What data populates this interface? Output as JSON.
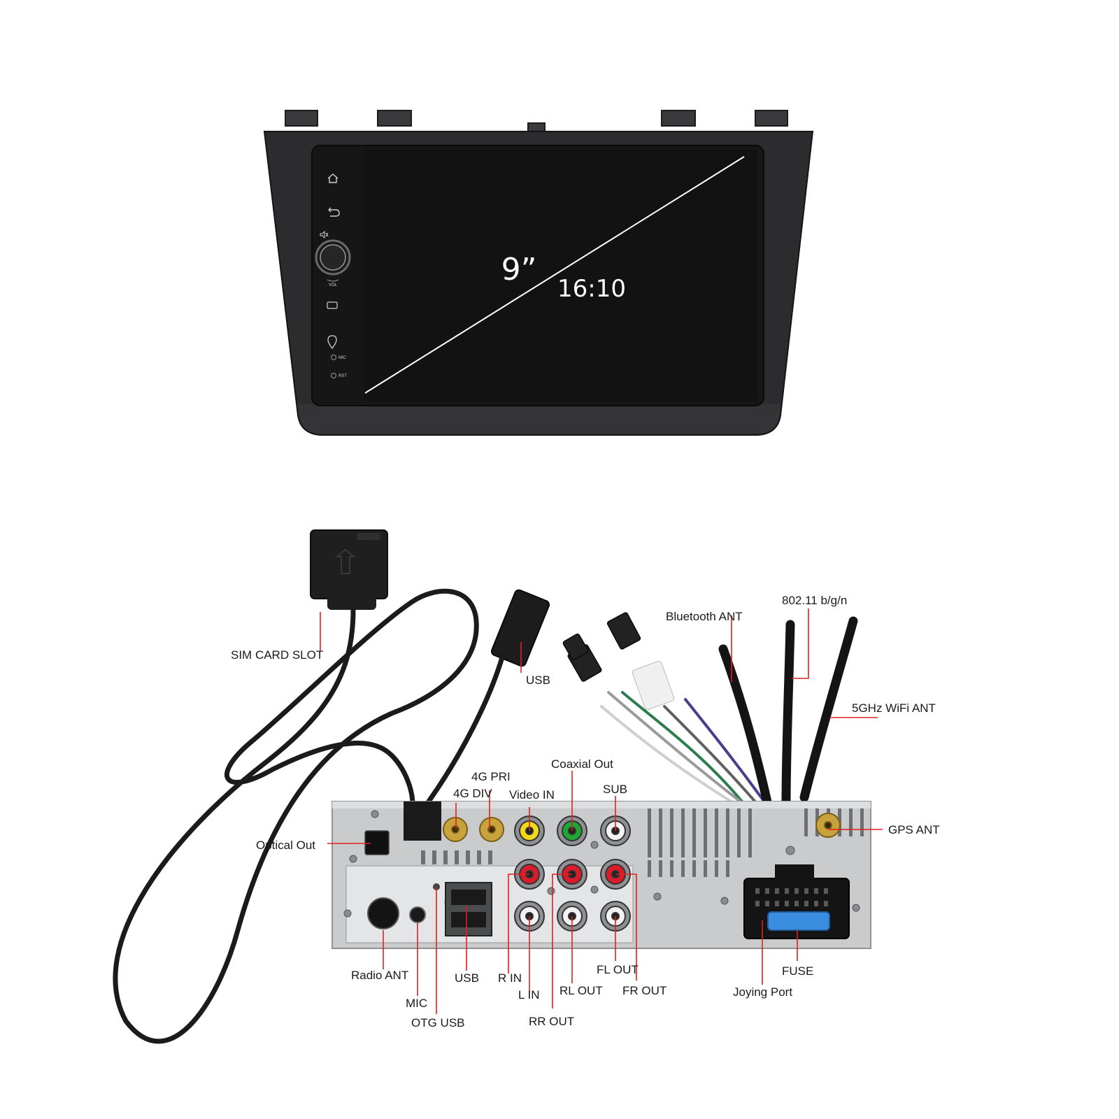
{
  "screen": {
    "size": "9”",
    "ratio": "16:10",
    "button_labels": {
      "vol": "VOL",
      "mic": "MIC",
      "rst": "RST"
    }
  },
  "labels": {
    "sim_card_slot": "SIM CARD SLOT",
    "usb_top": "USB",
    "bluetooth_ant": "Bluetooth ANT",
    "wifi_standard": "802.11 b/g/n",
    "wifi_5ghz": "5GHz WiFi ANT",
    "pri_4g": "4G PRI",
    "div_4g": "4G DIV",
    "video_in": "Video IN",
    "coaxial_out": "Coaxial Out",
    "sub": "SUB",
    "gps_ant": "GPS ANT",
    "optical_out": "Optical Out",
    "radio_ant": "Radio ANT",
    "mic": "MIC",
    "otg_usb": "OTG USB",
    "usb_bottom": "USB",
    "r_in": "R IN",
    "l_in": "L IN",
    "rr_out": "RR OUT",
    "rl_out": "RL OUT",
    "fl_out": "FL OUT",
    "fr_out": "FR OUT",
    "joying_port": "Joying Port",
    "fuse": "FUSE"
  },
  "colors": {
    "label_line": "#e02020",
    "panel_bezel": "#2c2c2e",
    "screen": "#121212",
    "chassis": "#c9cbcd",
    "rca_yellow": "#f2d91a",
    "rca_green": "#1fa534",
    "rca_red": "#d81c2c",
    "rca_white": "#f2f2f2",
    "fuse_blue": "#3b8de0"
  }
}
